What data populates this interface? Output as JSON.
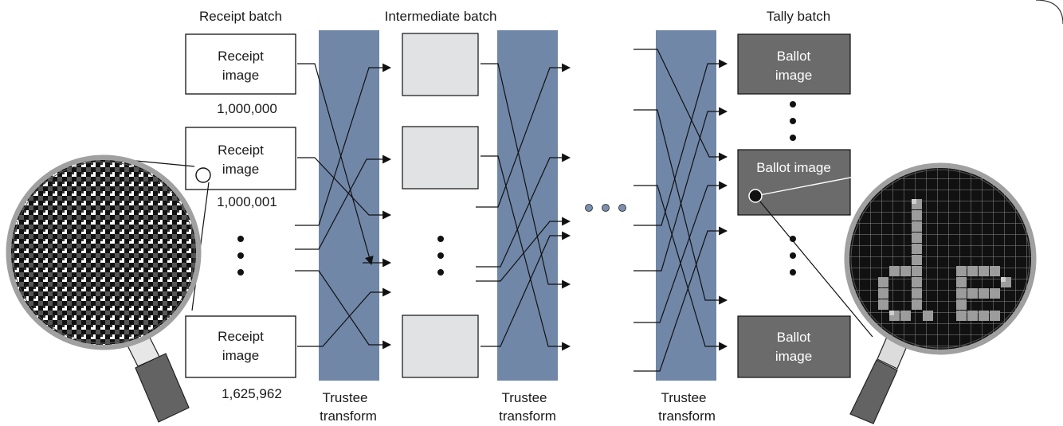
{
  "headers": {
    "receipt_batch": "Receipt batch",
    "intermediate_batch": "Intermediate batch",
    "tally_batch": "Tally batch"
  },
  "receipts": [
    {
      "line1": "Receipt",
      "line2": "image",
      "number": "1,000,000"
    },
    {
      "line1": "Receipt",
      "line2": "image",
      "number": "1,000,001"
    },
    {
      "line1": "Receipt",
      "line2": "image",
      "number": "1,625,962"
    }
  ],
  "ballots": [
    {
      "line1": "Ballot",
      "line2": "image"
    },
    {
      "line1": "Ballot image",
      "line2": ""
    },
    {
      "line1": "Ballot",
      "line2": "image"
    }
  ],
  "trustee_label": {
    "line1": "Trustee",
    "line2": "transform"
  },
  "colors": {
    "trustee_column": "#7087a8",
    "intermediate_box": "#e1e2e3",
    "ballot_box": "#6b6b6b",
    "magnifier_frame": "#a0a0a0",
    "magnifier_handle": "#636363"
  }
}
